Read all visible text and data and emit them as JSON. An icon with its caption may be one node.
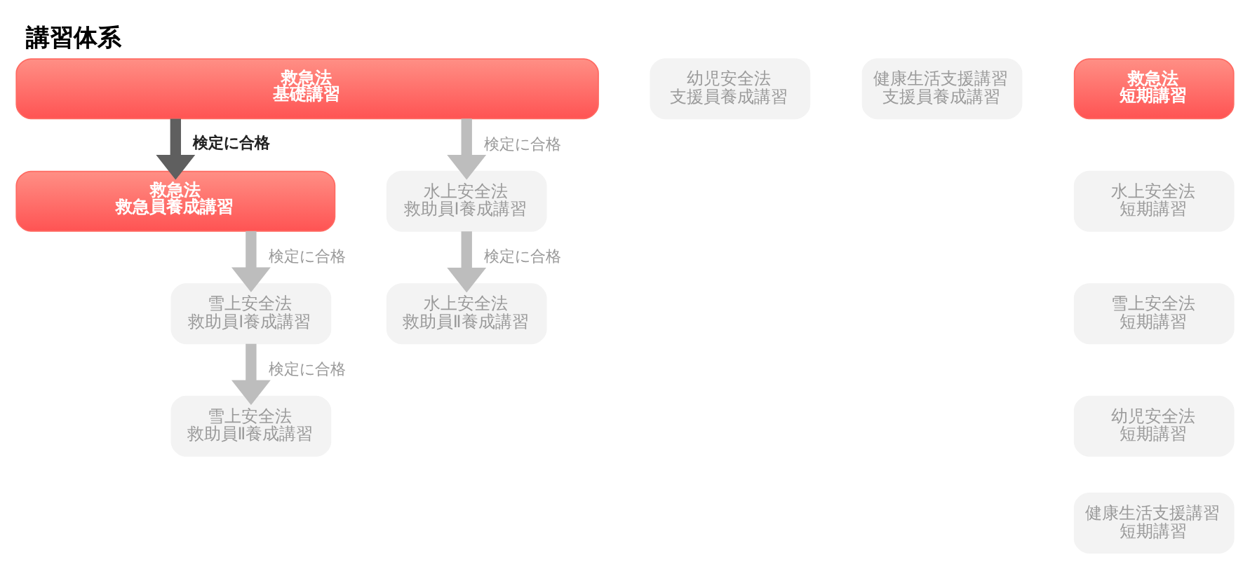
{
  "diagram": {
    "title": "講習体系",
    "nodes": [
      {
        "text": [
          "救急法",
          "基礎講習"
        ]
      },
      {
        "text": [
          "幼児安全法",
          "支援員養成講習"
        ]
      },
      {
        "text": [
          "健康生活支援講習",
          "支援員養成講習"
        ]
      },
      {
        "text": [
          "救急法",
          "短期講習"
        ]
      },
      {
        "text": [
          "救急法",
          "救急員養成講習"
        ]
      },
      {
        "text": [
          "水上安全法",
          "救助員Ⅰ養成講習"
        ]
      },
      {
        "text": [
          "雪上安全法",
          "救助員Ⅰ養成講習"
        ]
      },
      {
        "text": [
          "水上安全法",
          "救助員Ⅱ養成講習"
        ]
      },
      {
        "text": [
          "雪上安全法",
          "救助員Ⅱ養成講習"
        ]
      },
      {
        "text": [
          "水上安全法",
          "短期講習"
        ]
      },
      {
        "text": [
          "雪上安全法",
          "短期講習"
        ]
      },
      {
        "text": [
          "幼児安全法",
          "短期講習"
        ]
      },
      {
        "text": [
          "健康生活支援講習",
          "短期講習"
        ]
      }
    ],
    "edges": [
      {
        "from": 0,
        "to": 4,
        "arrow": "to",
        "label": "検定に合格",
        "color": "#5f5f5f"
      },
      {
        "from": 0,
        "to": 5,
        "arrow": "to",
        "label": "検定に合格"
      },
      {
        "from": 4,
        "to": 6,
        "arrow": "to",
        "label": "検定に合格"
      },
      {
        "from": 5,
        "to": 7,
        "arrow": "to",
        "label": "検定に合格"
      },
      {
        "from": 6,
        "to": 8,
        "arrow": "to",
        "label": "検定に合格"
      }
    ]
  }
}
